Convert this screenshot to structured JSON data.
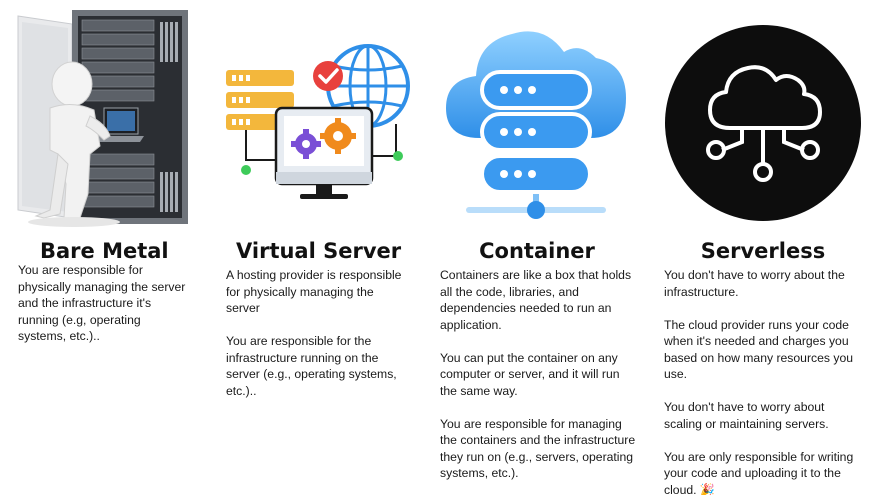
{
  "columns": {
    "bare_metal": {
      "title": "Bare Metal",
      "icon": "server-rack-with-person-icon",
      "paragraphs": [
        "You are responsible for physically managing the server and the infrastructure it's running (e.g, operating systems, etc.).."
      ]
    },
    "virtual_server": {
      "title": "Virtual Server",
      "icon": "virtual-server-monitor-icon",
      "paragraphs": [
        "A hosting provider is responsible for physically managing the server",
        "You are responsible for the infrastructure running on the server (e.g., operating systems, etc.).."
      ]
    },
    "container": {
      "title": "Container",
      "icon": "cloud-server-stack-icon",
      "paragraphs": [
        "Containers are like a box that holds all the code, libraries, and dependencies needed to run an application.",
        "You can put the container on any computer or server, and it will run the same way.",
        "You are responsible for managing the containers and the infrastructure they run on (e.g., servers, operating systems, etc.)."
      ]
    },
    "serverless": {
      "title": "Serverless",
      "icon": "cloud-network-icon",
      "paragraphs": [
        "You don't have to worry about the infrastructure.",
        "The cloud provider runs your code when it's needed and charges you based on how many resources you use.",
        "You don't have to worry about scaling or maintaining servers.",
        "You are only responsible for writing your code and uploading it to the cloud. 🎉"
      ]
    }
  },
  "colors": {
    "accent_blue": "#2f8fe8",
    "light_blue": "#8fd0ff",
    "black_circle": "#0d0d0d",
    "server_gray": "#5b5f66",
    "gold": "#f3b73c",
    "orange_gear": "#f08a1c",
    "purple_gear": "#7a4fd6",
    "check_red": "#e8413d",
    "node_green": "#3ecb5a"
  }
}
